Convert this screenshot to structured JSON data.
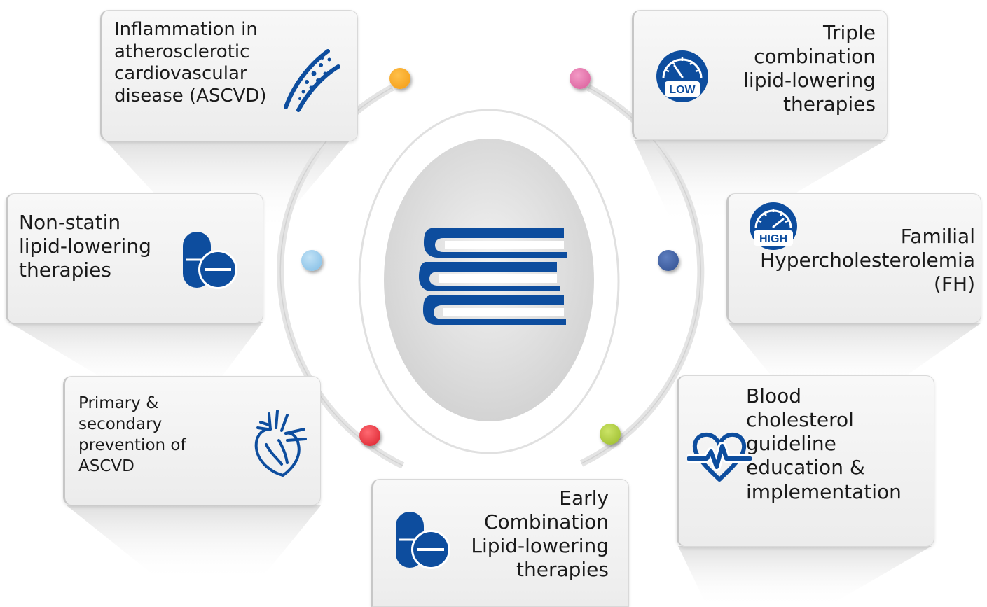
{
  "items": {
    "inflammation": {
      "lines": [
        "Inflammation in",
        "atherosclerotic",
        "cardiovascular",
        "disease (ASCVD)"
      ],
      "icon": "artery-plaque-icon",
      "dot_color": "#f5a623"
    },
    "triple": {
      "lines": [
        "Triple",
        "combination",
        "lipid-lowering",
        "therapies"
      ],
      "icon": "gauge-low-icon",
      "badge": "LOW",
      "dot_color": "#e06aa6"
    },
    "nonstatin": {
      "lines": [
        "Non-statin",
        "lipid-lowering",
        "therapies"
      ],
      "icon": "pills-icon",
      "dot_color": "#8ec8ea"
    },
    "fh": {
      "lines": [
        "Familial",
        "Hypercholesterolemia",
        "(FH)"
      ],
      "icon": "gauge-high-icon",
      "badge": "HIGH",
      "dot_color": "#3b5a9a"
    },
    "prevention": {
      "lines": [
        "Primary &",
        "secondary",
        "prevention of",
        "ASCVD"
      ],
      "icon": "heart-anatomy-icon",
      "dot_color": "#e8303a"
    },
    "guideline": {
      "lines": [
        "Blood",
        "cholesterol",
        "guideline",
        "education &",
        "implementation"
      ],
      "icon": "heartbeat-icon",
      "dot_color": "#a8c83a"
    },
    "early": {
      "lines": [
        "Early",
        "Combination",
        "Lipid-lowering",
        "therapies"
      ],
      "icon": "pills-icon",
      "dot_color": "#1e5aa8"
    }
  },
  "center": {
    "icon": "books-icon"
  },
  "colors": {
    "icon_blue": "#0d4d9e",
    "card_bg": "#f0f0f0"
  }
}
